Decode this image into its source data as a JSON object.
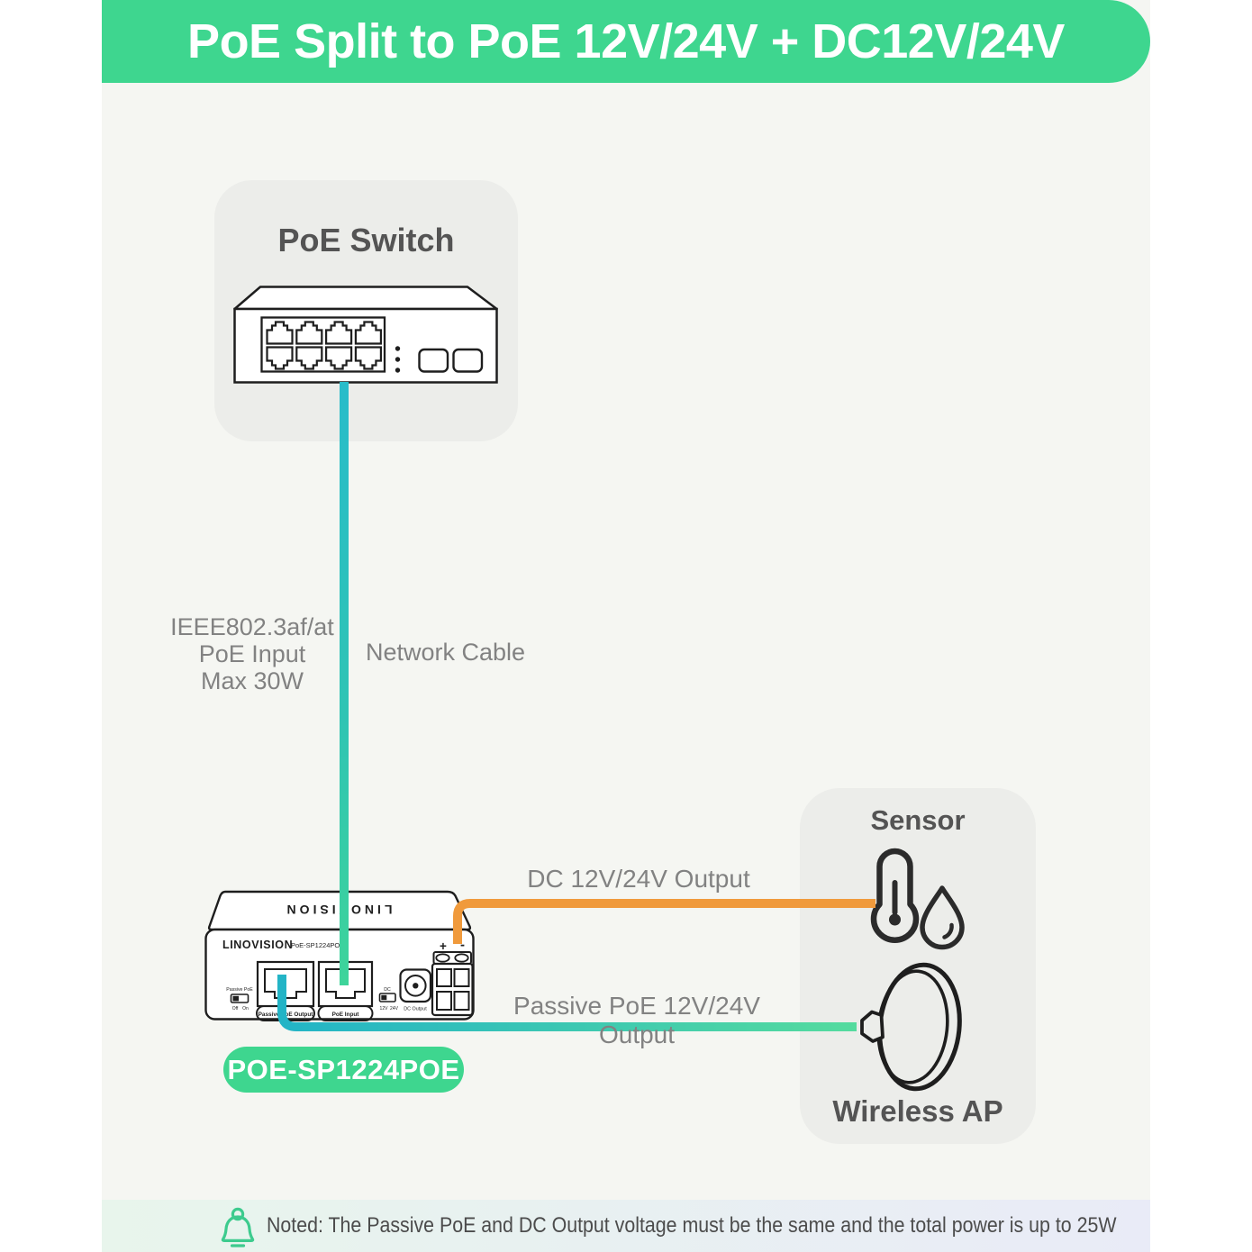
{
  "banner": {
    "title": "PoE Split to PoE 12V/24V + DC12V/24V",
    "bg_color": "#3ED68F"
  },
  "poe_switch": {
    "label": "PoE Switch"
  },
  "cables": {
    "network": {
      "label": "Network Cable",
      "input_label_lines": [
        "IEEE802.3af/at",
        "PoE Input",
        "Max 30W"
      ],
      "color_top": "#28BCCA",
      "color_bottom": "#3ED49A"
    },
    "dc": {
      "label": "DC 12V/24V Output",
      "color": "#F09A3C"
    },
    "passive": {
      "label": "Passive PoE 12V/24V Output",
      "color_start": "#23B4C6",
      "color_end": "#55DB9E"
    }
  },
  "splitter": {
    "pill": "POE-SP1224POE",
    "brand": "LINOVISION",
    "model_small": "PoE-SP1224POE",
    "lid_brand": "LINOVISION",
    "labels": {
      "passive_switch": "Passive PoE",
      "off": "Off",
      "on": "On",
      "port_left": "Passive PoE Output",
      "port_right": "PoE Input",
      "dc_switch": "DC",
      "v12": "12V",
      "v24": "24V",
      "dc_jack": "DC Output",
      "plus": "+",
      "minus": "-"
    }
  },
  "devices": {
    "sensor_label": "Sensor",
    "ap_label": "Wireless AP"
  },
  "note": {
    "text": "Noted: The Passive PoE and DC Output voltage must be the same and the total power is up to 25W",
    "accent_color": "#3DCB8E"
  }
}
